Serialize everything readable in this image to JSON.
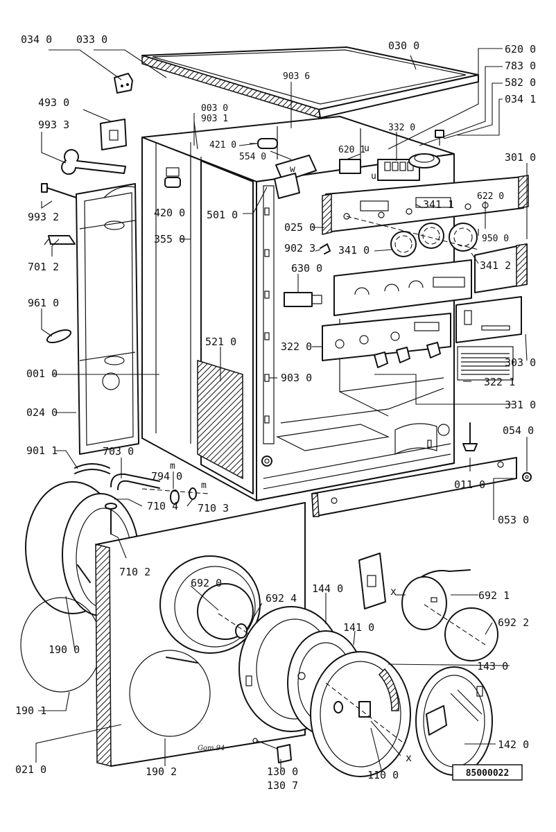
{
  "doc_code": "85000022",
  "signature": "Gom.94",
  "labels": {
    "l0340": "034 0",
    "l0330": "033 0",
    "l0300": "030 0",
    "l6200": "620 0",
    "l7830": "783 0",
    "l5820": "582 0",
    "l0341": "034 1",
    "l3010": "301 0",
    "l9036": "903 6",
    "l0030": "003 0",
    "l9031": "903 1",
    "l4930": "493 0",
    "l9933": "993 3",
    "l4210": "421 0",
    "l5540": "554 0",
    "l3320": "332 0",
    "l6201": "620 1",
    "u1": "u",
    "u2": "u",
    "w": "w",
    "l4200": "420 0",
    "l3550": "355 0",
    "l5010": "501 0",
    "l9932": "993 2",
    "l3411": "341 1",
    "l6220": "622 0",
    "l0250": "025 0",
    "l9500": "950 0",
    "l7012": "701 2",
    "l9023": "902 3",
    "l3410": "341 0",
    "l3412": "341 2",
    "l6300": "630 0",
    "l9610": "961 0",
    "l5210": "521 0",
    "l3220": "322 0",
    "l3030": "303 0",
    "l0010": "001 0",
    "l9030": "903 0",
    "l3221": "322 1",
    "l3310": "331 0",
    "l0240": "024 0",
    "l0540": "054 0",
    "l9011": "901 1",
    "l7030": "703 0",
    "m1": "m",
    "l7940": "794 0",
    "m2": "m",
    "l0110": "011 0",
    "l7104": "710 4",
    "l7103": "710 3",
    "l0530": "053 0",
    "l7102": "710 2",
    "l6920": "692 0",
    "l6924": "692 4",
    "l1440": "144 0",
    "x1": "x",
    "l6921": "692 1",
    "l1410": "141 0",
    "l6922": "692 2",
    "l1900": "190 0",
    "l1430": "143 0",
    "l1901": "190 1",
    "l1420": "142 0",
    "x2": "x",
    "l0210": "021 0",
    "l1902": "190 2",
    "l1300": "130 0",
    "l1307": "130 7",
    "l1100": "110 0"
  }
}
